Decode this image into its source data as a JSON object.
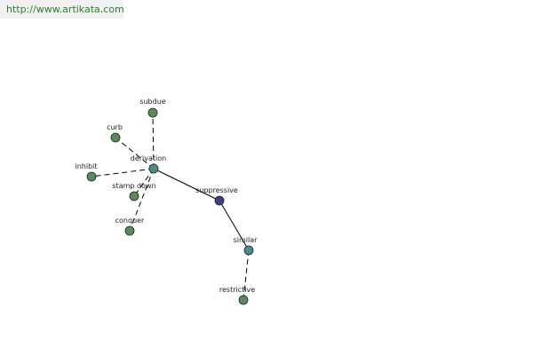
{
  "watermark": {
    "url": "http://www.artikata.com"
  },
  "graph": {
    "colors": {
      "center": "#3a3e8e",
      "synonym": "#5a8a5a",
      "intermediate": "#4a8a90",
      "node_stroke": "#1a2a1a",
      "edge": "#000000"
    },
    "nodes": [
      {
        "id": "suppressive",
        "label": "suppressive",
        "kind": "center"
      },
      {
        "id": "derivation",
        "label": "derivation",
        "kind": "intermediate"
      },
      {
        "id": "similar",
        "label": "similar",
        "kind": "intermediate"
      },
      {
        "id": "subdue",
        "label": "subdue",
        "kind": "synonym"
      },
      {
        "id": "curb",
        "label": "curb",
        "kind": "synonym"
      },
      {
        "id": "inhibit",
        "label": "inhibit",
        "kind": "synonym"
      },
      {
        "id": "stamp-down",
        "label": "stamp down",
        "kind": "synonym"
      },
      {
        "id": "conquer",
        "label": "conquer",
        "kind": "synonym"
      },
      {
        "id": "restrictive",
        "label": "restrictive",
        "kind": "synonym"
      }
    ],
    "edges": [
      {
        "from": "suppressive",
        "to": "derivation",
        "style": "solid"
      },
      {
        "from": "suppressive",
        "to": "similar",
        "style": "solid"
      },
      {
        "from": "derivation",
        "to": "subdue",
        "style": "dashed"
      },
      {
        "from": "derivation",
        "to": "curb",
        "style": "dashed"
      },
      {
        "from": "derivation",
        "to": "inhibit",
        "style": "dashed"
      },
      {
        "from": "derivation",
        "to": "stamp-down",
        "style": "dashed"
      },
      {
        "from": "derivation",
        "to": "conquer",
        "style": "dashed"
      },
      {
        "from": "similar",
        "to": "restrictive",
        "style": "dashed"
      }
    ]
  }
}
